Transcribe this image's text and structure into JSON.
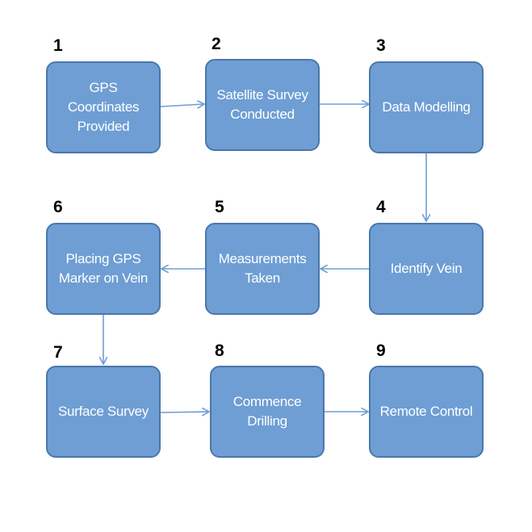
{
  "colors": {
    "box_fill": "#6e9ed4",
    "box_border": "#4a77ab",
    "arrow": "#6e9ed4",
    "text": "#ffffff"
  },
  "steps": [
    {
      "number": "1",
      "label": "GPS Coordinates\nProvided"
    },
    {
      "number": "2",
      "label": "Satellite Survey\nConducted"
    },
    {
      "number": "3",
      "label": "Data Modelling"
    },
    {
      "number": "4",
      "label": "Identify Vein"
    },
    {
      "number": "5",
      "label": "Measurements\nTaken"
    },
    {
      "number": "6",
      "label": "Placing GPS\nMarker on Vein"
    },
    {
      "number": "7",
      "label": "Surface Survey"
    },
    {
      "number": "8",
      "label": "Commence\nDrilling"
    },
    {
      "number": "9",
      "label": "Remote Control"
    }
  ],
  "connections": [
    {
      "from": "1",
      "to": "2"
    },
    {
      "from": "2",
      "to": "3"
    },
    {
      "from": "3",
      "to": "4"
    },
    {
      "from": "4",
      "to": "5"
    },
    {
      "from": "5",
      "to": "6"
    },
    {
      "from": "6",
      "to": "7"
    },
    {
      "from": "7",
      "to": "8"
    },
    {
      "from": "8",
      "to": "9"
    }
  ]
}
